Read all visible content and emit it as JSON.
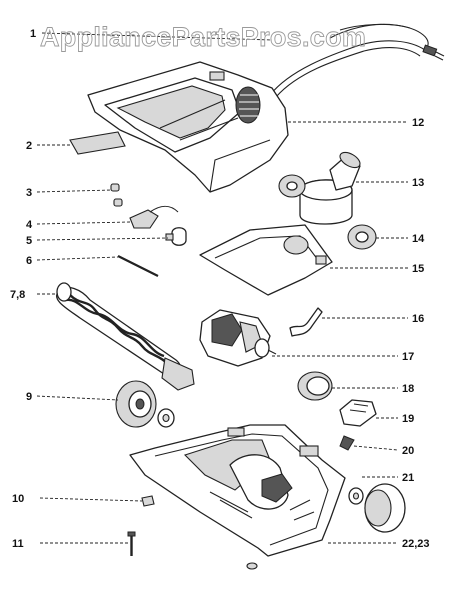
{
  "watermark": "AppliancePartsPros.com",
  "callouts": [
    {
      "id": "1",
      "label": "1"
    },
    {
      "id": "2",
      "label": "2"
    },
    {
      "id": "3",
      "label": "3"
    },
    {
      "id": "4",
      "label": "4"
    },
    {
      "id": "5",
      "label": "5"
    },
    {
      "id": "6",
      "label": "6"
    },
    {
      "id": "7-8",
      "label": "7,8"
    },
    {
      "id": "9",
      "label": "9"
    },
    {
      "id": "10",
      "label": "10"
    },
    {
      "id": "11",
      "label": "11"
    },
    {
      "id": "12",
      "label": "12"
    },
    {
      "id": "13",
      "label": "13"
    },
    {
      "id": "14",
      "label": "14"
    },
    {
      "id": "15",
      "label": "15"
    },
    {
      "id": "16",
      "label": "16"
    },
    {
      "id": "17",
      "label": "17"
    },
    {
      "id": "18",
      "label": "18"
    },
    {
      "id": "19",
      "label": "19"
    },
    {
      "id": "20",
      "label": "20"
    },
    {
      "id": "21",
      "label": "21"
    },
    {
      "id": "22-23",
      "label": "22,23"
    }
  ]
}
